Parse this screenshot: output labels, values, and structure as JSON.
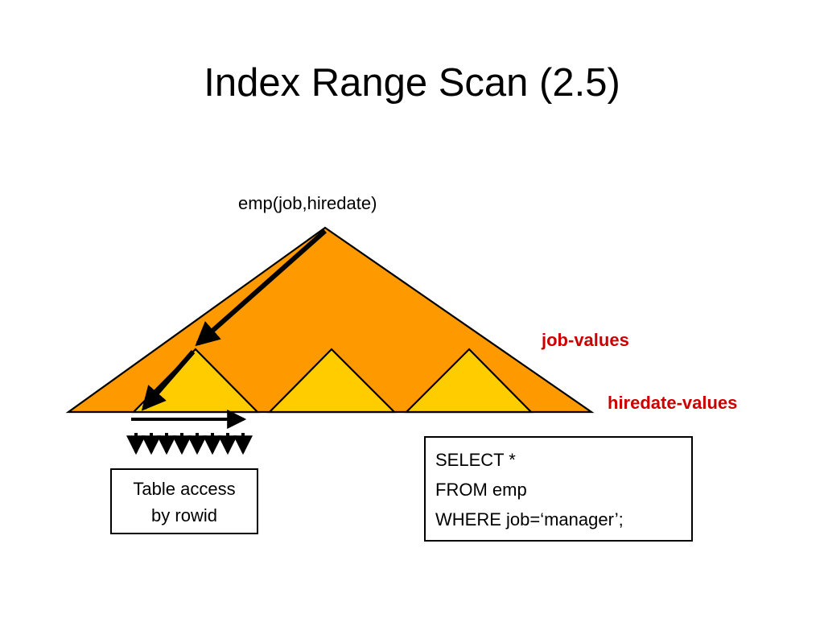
{
  "slide": {
    "title": "Index Range Scan (2.5)",
    "background_color": "#ffffff"
  },
  "diagram": {
    "index_label": "emp(job,hiredate)",
    "colors": {
      "outer_triangle_fill": "#FF9900",
      "inner_triangle_fill": "#FFCC00",
      "outline": "#000000",
      "legend_text": "#CC0000",
      "arrow": "#000000"
    },
    "legend": [
      {
        "name": "job-values",
        "label": "job-values"
      },
      {
        "name": "hiredate-values",
        "label": "hiredate-values"
      }
    ],
    "arrow_count_rowid": 8
  },
  "table_access_box": {
    "lines": [
      "Table access",
      "by rowid"
    ]
  },
  "sql_box": {
    "lines": [
      "SELECT *",
      "FROM emp",
      "WHERE job=‘manager’;"
    ]
  }
}
